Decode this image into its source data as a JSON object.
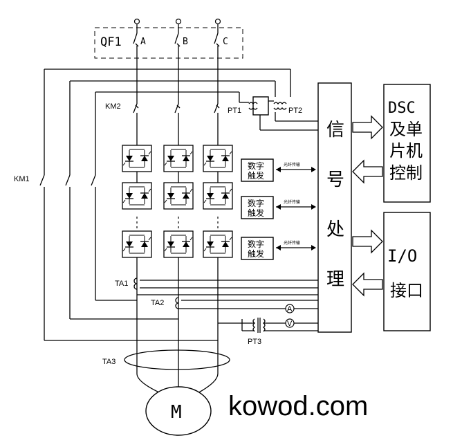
{
  "labels": {
    "qf1": "QF1",
    "phase_a": "A",
    "phase_b": "B",
    "phase_c": "C",
    "km2": "KM2",
    "km1": "KM1",
    "pt1": "PT1",
    "pt2": "PT2",
    "pt3": "PT3",
    "ta1": "TA1",
    "ta2": "TA2",
    "ta3": "TA3",
    "ammeter": "A",
    "voltmeter": "V",
    "motor": "M"
  },
  "digital_trigger": {
    "line1": "数字",
    "line2": "触发",
    "fiber_label": "光纤传输"
  },
  "blocks": {
    "signal_processing": [
      "信",
      "号",
      "处",
      "理"
    ],
    "dsc_control": [
      "DSC",
      "及单",
      "片机",
      "控制"
    ],
    "io_interface": [
      "I/O",
      "接口"
    ]
  },
  "watermark": "kowod.com"
}
